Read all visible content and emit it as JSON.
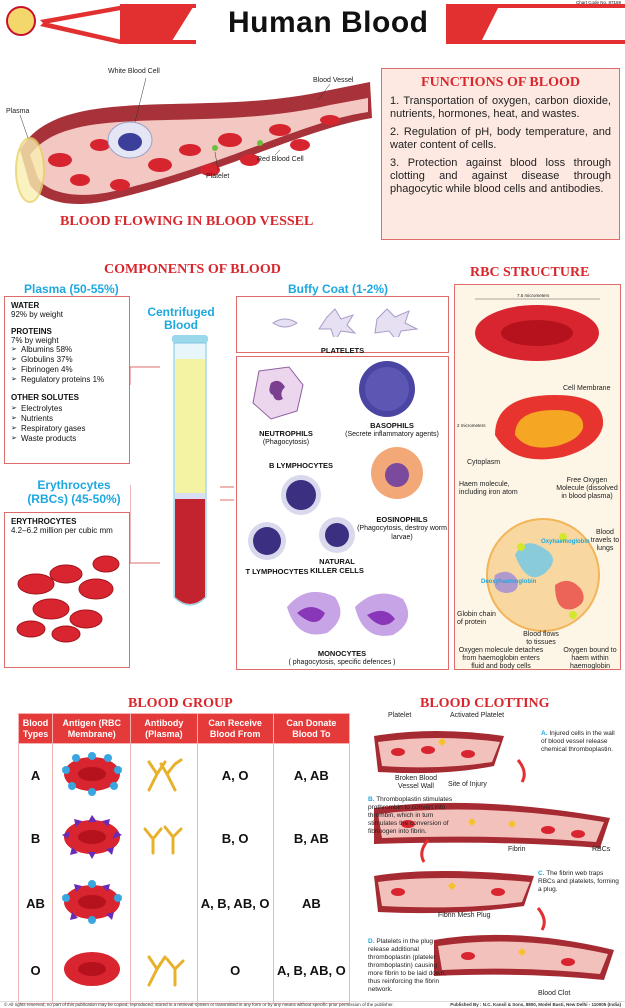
{
  "header": {
    "title": "Human Blood",
    "chart_code": "Chart Code No. 87169"
  },
  "vessel": {
    "caption": "BLOOD FLOWING IN BLOOD VESSEL",
    "labels": {
      "plasma": "Plasma",
      "wbc": "White Blood Cell",
      "vessel": "Blood Vessel",
      "rbc": "Red Blood Cell",
      "platelet": "Platelet"
    }
  },
  "functions": {
    "title": "FUNCTIONS OF BLOOD",
    "items": [
      "1. Transportation of oxygen, carbon dioxide, nutrients, hormones, heat, and wastes.",
      "2. Regulation of pH, body temperature, and water content of cells.",
      "3. Protection against blood loss through clotting and against disease through phagocytic while blood cells and antibodies."
    ]
  },
  "components": {
    "title": "COMPONENTS OF BLOOD",
    "plasma": {
      "heading": "Plasma (50-55%)",
      "water_title": "WATER",
      "water_text": "92% by weight",
      "proteins_title": "PROTEINS",
      "proteins_text": "7% by weight",
      "proteins_list": [
        "Albumins 58%",
        "Globulins 37%",
        "Fibrinogen 4%",
        "Regulatory proteins 1%"
      ],
      "solutes_title": "OTHER SOLUTES",
      "solutes_list": [
        "Electrolytes",
        "Nutrients",
        "Respiratory gases",
        "Waste products"
      ]
    },
    "centrifuged": "Centrifuged Blood",
    "erythrocytes": {
      "heading": "Erythrocytes (RBCs) (45-50%)",
      "title": "ERYTHROCYTES",
      "text": "4.2–6.2 million per cubic mm"
    },
    "buffy": {
      "heading": "Buffy Coat (1-2%)",
      "platelets": "PLATELETS"
    },
    "wbc": {
      "neutrophils": "NEUTROPHILS",
      "neutrophils_sub": "(Phagocytosis)",
      "basophils": "BASOPHILS",
      "basophils_sub": "(Secrete inflammatory agents)",
      "b_lymph": "B LYMPHOCYTES",
      "eosinophils": "EOSINOPHILS",
      "eosinophils_sub": "(Phagocytosis, destroy worm larvae)",
      "t_lymph": "T LYMPHOCYTES",
      "nk": "NATURAL KILLER CELLS",
      "monocytes": "MONOCYTES",
      "monocytes_sub": "( phagocytosis, specific defences )"
    }
  },
  "rbc_structure": {
    "title": "RBC STRUCTURE",
    "width_label": "7.5 micrometers",
    "depth_label": "2 micrometers",
    "cell_membrane": "Cell Membrane",
    "cytoplasm": "Cytoplasm",
    "haem": "Haem molecule, including iron atom",
    "free_oxygen": "Free Oxygen Molecule (dissolved in blood plasma)",
    "oxyhaemoglobin": "Oxyhaemoglobin",
    "deoxyhaemoglobin": "Deoxyhaemoglobin",
    "travels_lungs": "Blood travels to lungs",
    "globin": "Globin chain of protein",
    "flows_tissues": "Blood flows to tissues",
    "detaches": "Oxygen molecule detaches from haemoglobin enters fluid and body cells",
    "bound": "Oxygen bound to haem within haemoglobin"
  },
  "blood_group": {
    "title": "BLOOD GROUP",
    "headers": [
      "Blood Types",
      "Antigen (RBC Membrane)",
      "Antibody (Plasma)",
      "Can Receive Blood From",
      "Can Donate Blood To"
    ],
    "rows": [
      {
        "type": "A",
        "receive": "A, O",
        "donate": "A, AB"
      },
      {
        "type": "B",
        "receive": "B, O",
        "donate": "B, AB"
      },
      {
        "type": "AB",
        "receive": "A, B, AB, O",
        "donate": "AB"
      },
      {
        "type": "O",
        "receive": "O",
        "donate": "A, B, AB, O"
      }
    ]
  },
  "clotting": {
    "title": "BLOOD CLOTTING",
    "platelet": "Platelet",
    "activated": "Activated Platelet",
    "broken": "Broken Blood Vessel Wall",
    "injury": "Site of Injury",
    "fibrin": "Fibrin",
    "rbcs": "RBCs",
    "mesh": "Fibrin Mesh Plug",
    "clot": "Blood Clot",
    "steps": [
      {
        "letter": "A.",
        "text": "Injured cells in the wall of blood vessel release chemical thromboplastin."
      },
      {
        "letter": "B.",
        "text": "Thromboplastin stimulates prothrombin to convert into thrombin, which in turn stimulates the conversion of fibrinogen into fibrin."
      },
      {
        "letter": "C.",
        "text": "The fibrin web traps RBCs and platelets, forming a plug."
      },
      {
        "letter": "D.",
        "text": "Platelets in the plug release additional thromboplastin (platelet thromboplastin) causing more fibrin to be laid down, thus reinforcing the fibrin network."
      }
    ]
  },
  "footer": {
    "left": "© All rights reserved, no part of this publication may be copied, reproduced, stored in a retrieval system or transmitted in any form or by any means without specific prior permission of the publisher.",
    "right": "Published By : N.C. Kansil & Sons, 8800, Model Basti, New Delhi - 110005 (India)"
  },
  "colors": {
    "accent": "#d8262d",
    "cyan": "#1ea8e0",
    "blood": "#c8102e"
  }
}
